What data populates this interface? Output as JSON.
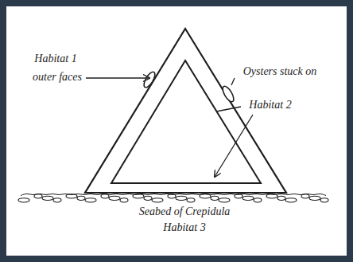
{
  "diagram": {
    "labels": [
      "Habitat 1",
      "outer faces",
      "Oysters stuck on",
      "Habitat 2",
      "Seabed of Crepidula",
      "Habitat 3"
    ]
  }
}
